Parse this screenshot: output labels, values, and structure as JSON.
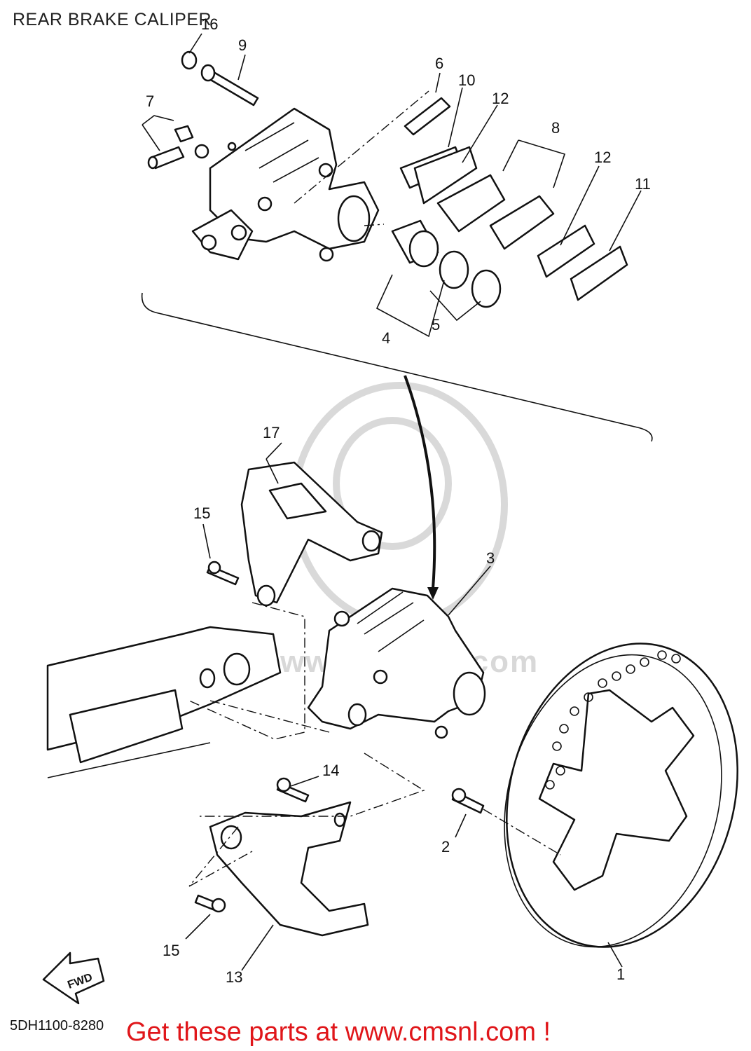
{
  "title": "REAR BRAKE CALIPER",
  "diagram_code": "5DH1100-8280",
  "banner": "Get these parts at www.cmsnl.com !",
  "watermark": "www.cmsnl.com",
  "fwd_label": "FWD",
  "callouts": [
    {
      "id": "c1",
      "label": "1"
    },
    {
      "id": "c2",
      "label": "2"
    },
    {
      "id": "c3",
      "label": "3"
    },
    {
      "id": "c4",
      "label": "4"
    },
    {
      "id": "c5",
      "label": "5"
    },
    {
      "id": "c6",
      "label": "6"
    },
    {
      "id": "c7",
      "label": "7"
    },
    {
      "id": "c8",
      "label": "8"
    },
    {
      "id": "c9",
      "label": "9"
    },
    {
      "id": "c10",
      "label": "10"
    },
    {
      "id": "c11",
      "label": "11"
    },
    {
      "id": "c12a",
      "label": "12"
    },
    {
      "id": "c12b",
      "label": "12"
    },
    {
      "id": "c13",
      "label": "13"
    },
    {
      "id": "c14",
      "label": "14"
    },
    {
      "id": "c15a",
      "label": "15"
    },
    {
      "id": "c15b",
      "label": "15"
    },
    {
      "id": "c16",
      "label": "16"
    },
    {
      "id": "c17",
      "label": "17"
    }
  ],
  "colors": {
    "banner": "#e0161a",
    "line": "#111111",
    "watermark": "#d8d8d8"
  }
}
